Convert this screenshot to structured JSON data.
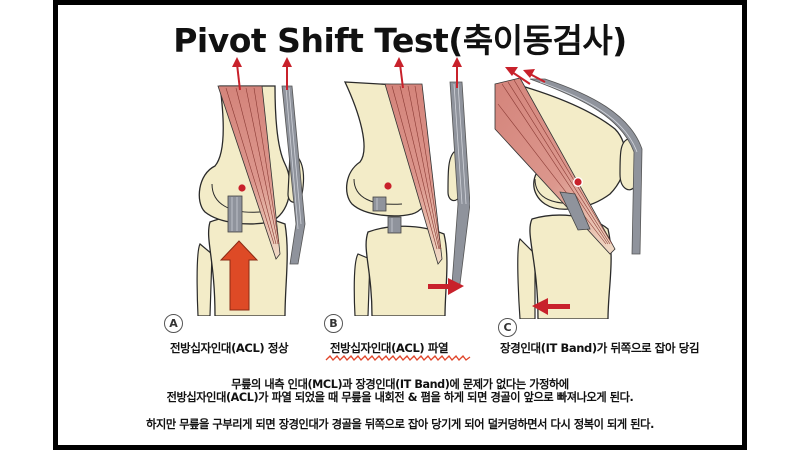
{
  "title": "Pivot Shift Test(축이동검사)",
  "colors": {
    "bone": "#f3ecc8",
    "bone_outline": "#2a2a2a",
    "muscle": "#d98b83",
    "tendon": "#8f939c",
    "arrow_red": "#c8212b",
    "big_arrow": "#de4a26",
    "border": "#000000"
  },
  "panels": [
    {
      "badge": "A",
      "caption": "전방십자인대(ACL) 정상",
      "state": "normal",
      "force_arrow": "up"
    },
    {
      "badge": "B",
      "caption": "전방십자인대(ACL) 파열",
      "state": "torn",
      "force_arrow": "right",
      "caption_underline": "red-scribble"
    },
    {
      "badge": "C",
      "caption": "장경인대(IT Band)가 뒤쪽으로 잡아 당김",
      "state": "flexed",
      "force_arrow": "left"
    }
  ],
  "description": {
    "line1": "무릎의 내측 인대(MCL)과 장경인대(IT Band)에 문제가 없다는 가정하에",
    "line2": "전방십자인대(ACL)가 파열 되었을 때 무릎을 내회전 & 폄을 하게 되면 경골이 앞으로 빠져나오게 된다.",
    "line3": "하지만 무릎을 구부리게 되면 장경인대가 경골을 뒤쪽으로 잡아 당기게 되어 덜커덩하면서 다시 정복이 되게 된다."
  }
}
